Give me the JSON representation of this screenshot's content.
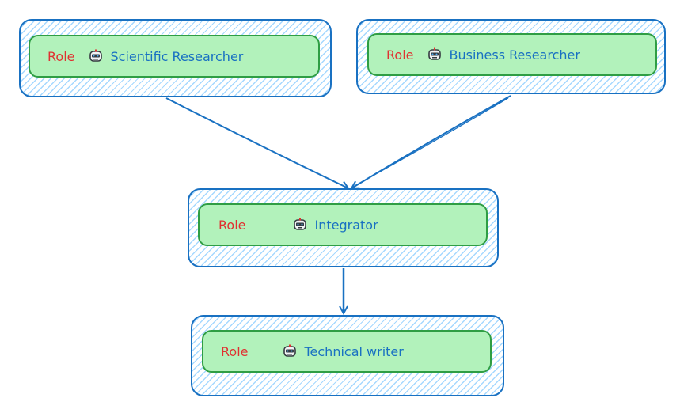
{
  "colors": {
    "frame_stroke": "#1971c2",
    "hatch": "#a5d8ff",
    "card_fill": "#b2f2bb",
    "card_stroke": "#2f9e44",
    "role_text": "#e03131",
    "name_text": "#1971c2",
    "arrow": "#1971c2"
  },
  "nodes": [
    {
      "role": "Role",
      "icon": "robot-icon",
      "name": "Scientific Researcher"
    },
    {
      "role": "Role",
      "icon": "robot-icon",
      "name": "Business Researcher"
    },
    {
      "role": "Role",
      "icon": "robot-icon",
      "name": "Integrator"
    },
    {
      "role": "Role",
      "icon": "robot-icon",
      "name": "Technical writer"
    }
  ],
  "edges": [
    {
      "from": "Scientific Researcher",
      "to": "Integrator"
    },
    {
      "from": "Business Researcher",
      "to": "Integrator"
    },
    {
      "from": "Integrator",
      "to": "Technical writer"
    }
  ]
}
